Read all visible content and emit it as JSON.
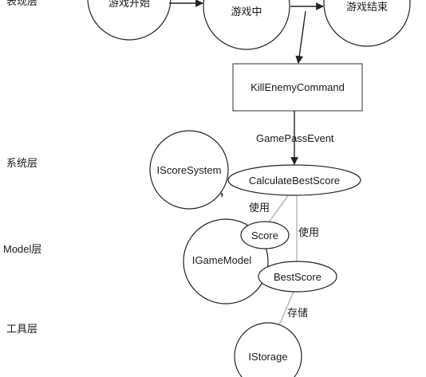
{
  "layers": {
    "presentation": "表现层",
    "system": "系统层",
    "model": "Model层",
    "tools": "工具层"
  },
  "nodes": {
    "game_start": "游戏开始",
    "in_game": "游戏中",
    "game_over": "游戏结束",
    "kill_enemy_command": "KillEnemyCommand",
    "score_system": "IScoreSystem",
    "calculate_best_score": "CalculateBestScore",
    "game_model": "IGameModel",
    "score": "Score",
    "best_score": "BestScore",
    "storage": "IStorage"
  },
  "edges": {
    "game_pass_event": "GamePassEvent",
    "use_score": "使用",
    "use_best_score": "使用",
    "store": "存储"
  },
  "colors": {
    "stroke": "#222222",
    "light_connector": "#bdbdbd",
    "box_border": "#555555"
  }
}
